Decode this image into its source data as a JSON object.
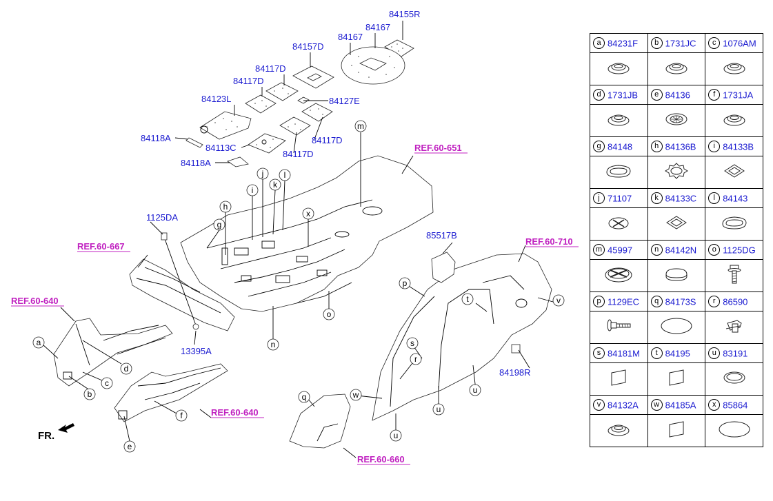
{
  "part_labels": {
    "p84155R": "84155R",
    "p84167a": "84167",
    "p84167b": "84167",
    "p84157D": "84157D",
    "p84117D_1": "84117D",
    "p84117D_2": "84117D",
    "p84127E": "84127E",
    "p84123L": "84123L",
    "p84117D_3": "84117D",
    "p84117D_4": "84117D",
    "p84118A_1": "84118A",
    "p84113C": "84113C",
    "p84118A_2": "84118A",
    "p1125DA": "1125DA",
    "p13395A": "13395A",
    "p85517B": "85517B",
    "p84198R": "84198R"
  },
  "ref_labels": {
    "ref651": "REF.60-651",
    "ref667": "REF.60-667",
    "ref640a": "REF.60-640",
    "ref640b": "REF.60-640",
    "ref710": "REF.60-710",
    "ref660": "REF.60-660"
  },
  "callouts": {
    "m": "m",
    "j": "j",
    "l": "l",
    "k": "k",
    "i": "i",
    "h": "h",
    "g": "g",
    "x": "x",
    "n": "n",
    "o": "o",
    "a": "a",
    "d": "d",
    "c": "c",
    "b": "b",
    "e": "e",
    "f": "f",
    "q": "q",
    "p": "p",
    "s": "s",
    "r": "r",
    "t": "t",
    "v": "v",
    "w": "w",
    "u1": "u",
    "u2": "u",
    "u3": "u"
  },
  "fr_label": "FR.",
  "legend": [
    {
      "letter": "a",
      "code": "84231F",
      "shape": "grommet"
    },
    {
      "letter": "b",
      "code": "1731JC",
      "shape": "grommet"
    },
    {
      "letter": "c",
      "code": "1076AM",
      "shape": "grommet"
    },
    {
      "letter": "d",
      "code": "1731JB",
      "shape": "grommet"
    },
    {
      "letter": "e",
      "code": "84136",
      "shape": "vented-plug"
    },
    {
      "letter": "f",
      "code": "1731JA",
      "shape": "grommet"
    },
    {
      "letter": "g",
      "code": "84148",
      "shape": "oval-plug"
    },
    {
      "letter": "h",
      "code": "84136B",
      "shape": "star-plug"
    },
    {
      "letter": "i",
      "code": "84133B",
      "shape": "diamond-plug"
    },
    {
      "letter": "j",
      "code": "71107",
      "shape": "cross-plug"
    },
    {
      "letter": "k",
      "code": "84133C",
      "shape": "diamond-plug"
    },
    {
      "letter": "l",
      "code": "84143",
      "shape": "oval-plug"
    },
    {
      "letter": "m",
      "code": "45997",
      "shape": "cross-plug-large"
    },
    {
      "letter": "n",
      "code": "84142N",
      "shape": "oval-cap"
    },
    {
      "letter": "o",
      "code": "1125DG",
      "shape": "bolt"
    },
    {
      "letter": "p",
      "code": "1129EC",
      "shape": "bolt-flange"
    },
    {
      "letter": "q",
      "code": "84173S",
      "shape": "ellipse-pad"
    },
    {
      "letter": "r",
      "code": "86590",
      "shape": "clip"
    },
    {
      "letter": "s",
      "code": "84181M",
      "shape": "square-pad"
    },
    {
      "letter": "t",
      "code": "84195",
      "shape": "square-pad"
    },
    {
      "letter": "u",
      "code": "83191",
      "shape": "round-cap"
    },
    {
      "letter": "v",
      "code": "84132A",
      "shape": "grommet"
    },
    {
      "letter": "w",
      "code": "84185A",
      "shape": "square-pad"
    },
    {
      "letter": "x",
      "code": "85864",
      "shape": "ellipse-pad"
    }
  ]
}
